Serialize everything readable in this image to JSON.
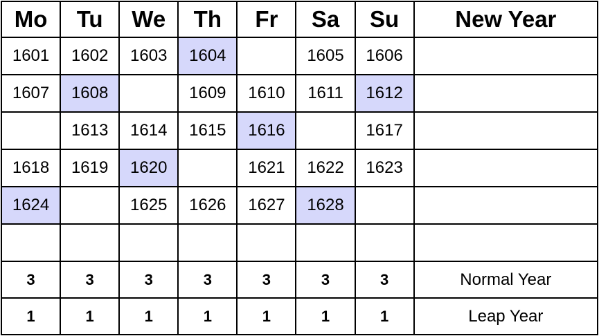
{
  "header": {
    "days": [
      "Mo",
      "Tu",
      "We",
      "Th",
      "Fr",
      "Sa",
      "Su"
    ],
    "new_year": "New Year"
  },
  "colors": {
    "leap_highlight": "#d6d8fb",
    "grid": "#000000"
  },
  "rows": [
    [
      {
        "text": "1601"
      },
      {
        "text": "1602"
      },
      {
        "text": "1603"
      },
      {
        "text": "1604",
        "leap": true
      },
      {
        "text": ""
      },
      {
        "text": "1605"
      },
      {
        "text": "1606"
      }
    ],
    [
      {
        "text": "1607"
      },
      {
        "text": "1608",
        "leap": true
      },
      {
        "text": ""
      },
      {
        "text": "1609"
      },
      {
        "text": "1610"
      },
      {
        "text": "1611"
      },
      {
        "text": "1612",
        "leap": true
      }
    ],
    [
      {
        "text": ""
      },
      {
        "text": "1613"
      },
      {
        "text": "1614"
      },
      {
        "text": "1615"
      },
      {
        "text": "1616",
        "leap": true
      },
      {
        "text": ""
      },
      {
        "text": "1617"
      }
    ],
    [
      {
        "text": "1618"
      },
      {
        "text": "1619"
      },
      {
        "text": "1620",
        "leap": true
      },
      {
        "text": ""
      },
      {
        "text": "1621"
      },
      {
        "text": "1622"
      },
      {
        "text": "1623"
      }
    ],
    [
      {
        "text": "1624",
        "leap": true
      },
      {
        "text": ""
      },
      {
        "text": "1625"
      },
      {
        "text": "1626"
      },
      {
        "text": "1627"
      },
      {
        "text": "1628",
        "leap": true
      },
      {
        "text": ""
      }
    ],
    [
      {
        "text": ""
      },
      {
        "text": ""
      },
      {
        "text": ""
      },
      {
        "text": ""
      },
      {
        "text": ""
      },
      {
        "text": ""
      },
      {
        "text": ""
      }
    ]
  ],
  "totals": {
    "normal": {
      "label": "Normal Year",
      "counts": [
        "3",
        "3",
        "3",
        "3",
        "3",
        "3",
        "3"
      ]
    },
    "leap": {
      "label": "Leap Year",
      "counts": [
        "1",
        "1",
        "1",
        "1",
        "1",
        "1",
        "1"
      ]
    }
  }
}
